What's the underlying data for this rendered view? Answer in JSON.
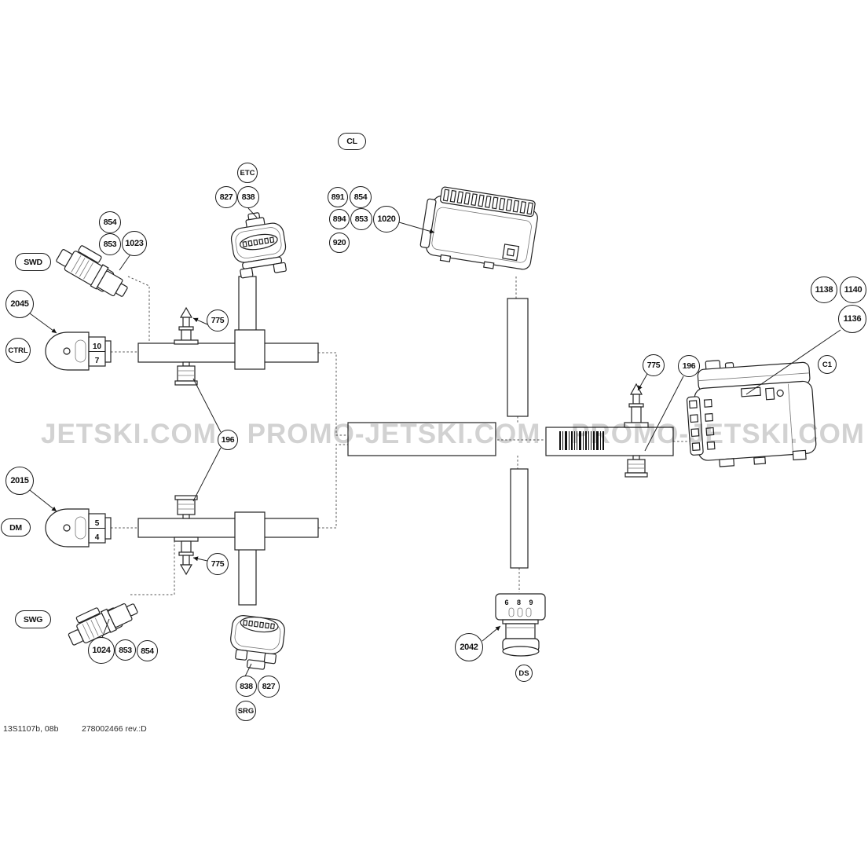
{
  "watermark": "JETSKI.COM PROMO-JETSKI.COM PROMO-JETSKI.COM",
  "footer": {
    "left": "13S1107b, 08b",
    "right": "278002466 rev.:D"
  },
  "callouts": {
    "cl": "CL",
    "etc": "ETC",
    "etc_827": "827",
    "etc_838": "838",
    "swd": "SWD",
    "swd_854": "854",
    "swd_853": "853",
    "swd_1023": "1023",
    "ctrl": "CTRL",
    "n2045": "2045",
    "p775_top": "775",
    "ecu_891": "891",
    "ecu_854": "854",
    "ecu_894": "894",
    "ecu_853": "853",
    "ecu_1020": "1020",
    "ecu_920": "920",
    "n1138": "1138",
    "n1140": "1140",
    "n1136": "1136",
    "c1": "C1",
    "p775_right": "775",
    "n196_right": "196",
    "n196_mid": "196",
    "n2015": "2015",
    "dm": "DM",
    "p775_bottom": "775",
    "swg": "SWG",
    "swg_1024": "1024",
    "swg_853": "853",
    "swg_854": "854",
    "srg": "SRG",
    "srg_838": "838",
    "srg_827": "827",
    "n2042": "2042",
    "ds": "DS"
  },
  "connector_text": {
    "ctrl_top": "10",
    "ctrl_bottom": "7",
    "dm_top": "5",
    "dm_bottom": "4",
    "ds_pins": "6 8 9"
  }
}
